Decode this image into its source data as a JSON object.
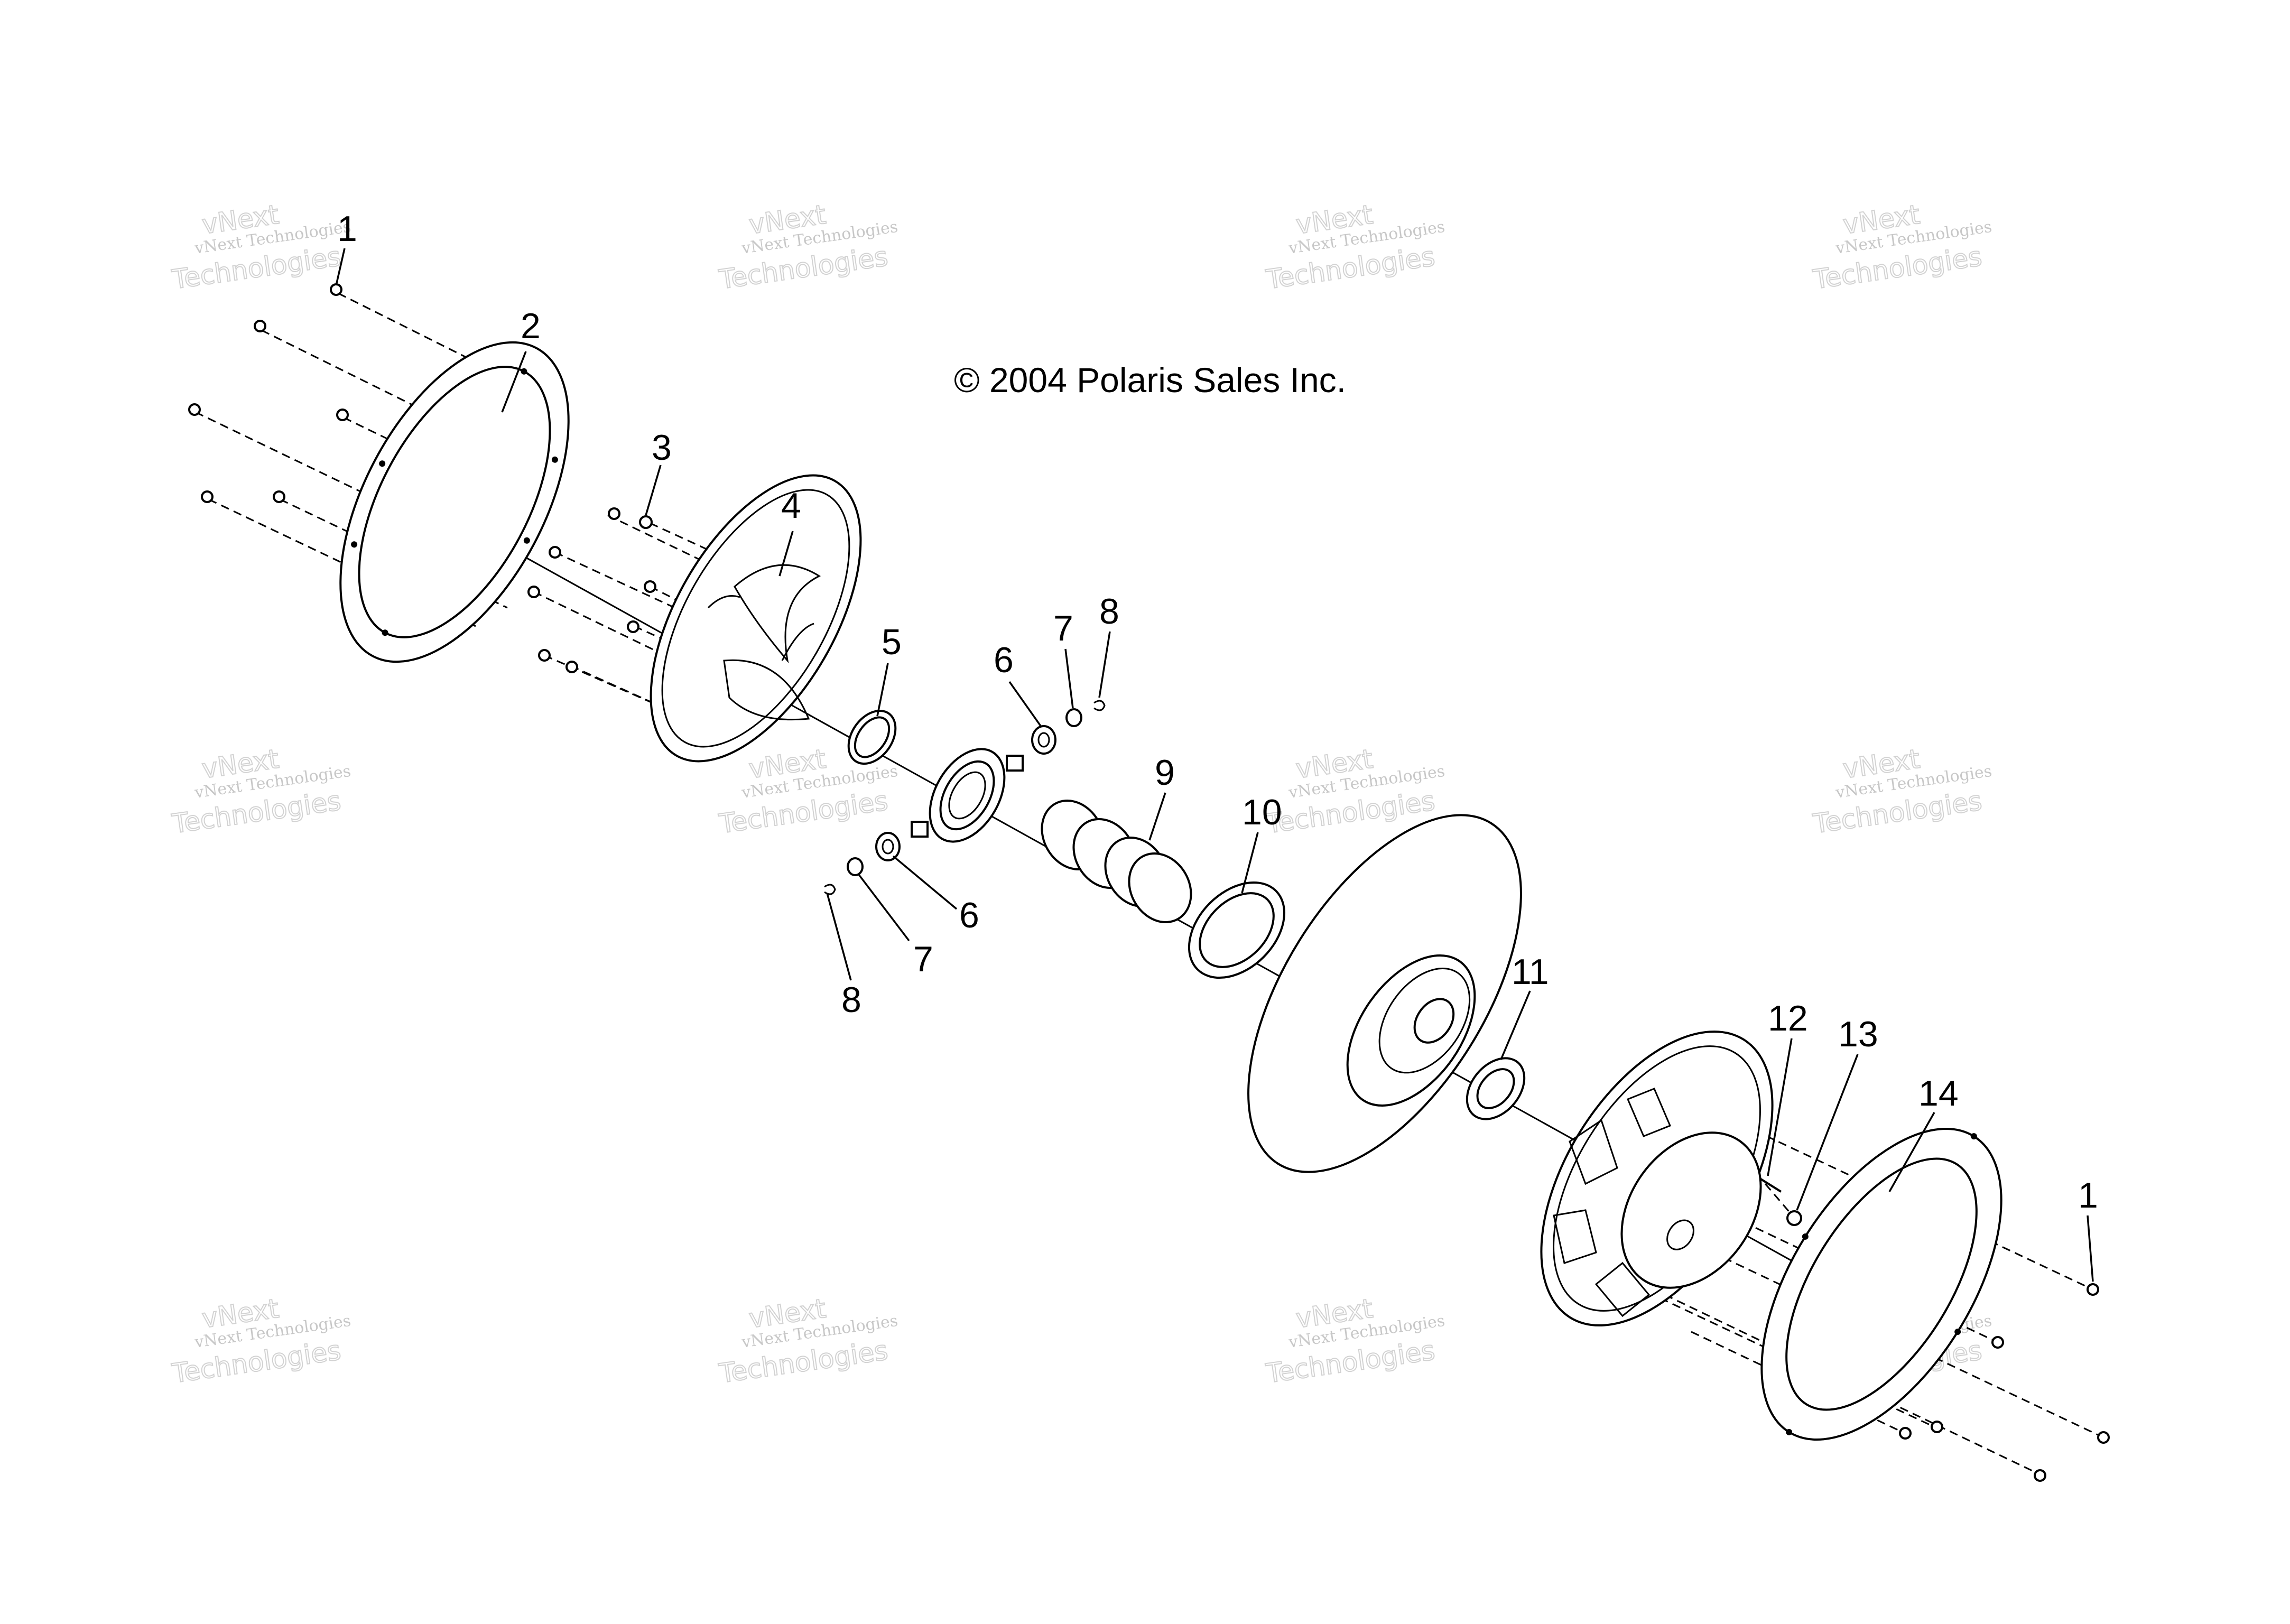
{
  "copyright": "© 2004 Polaris Sales Inc.",
  "watermark": {
    "line1": "vNext Technologies",
    "line2": "vNext",
    "line3": "Technologies"
  },
  "callouts": {
    "c1a": "1",
    "c2": "2",
    "c3": "3",
    "c4": "4",
    "c5": "5",
    "c6a": "6",
    "c7a": "7",
    "c8a": "8",
    "c9": "9",
    "c10": "10",
    "c6b": "6",
    "c7b": "7",
    "c8b": "8",
    "c11": "11",
    "c12": "12",
    "c13": "13",
    "c14": "14",
    "c1b": "1"
  },
  "colors": {
    "ink": "#000000",
    "watermark": "#9a9a9a",
    "background": "#ffffff"
  }
}
